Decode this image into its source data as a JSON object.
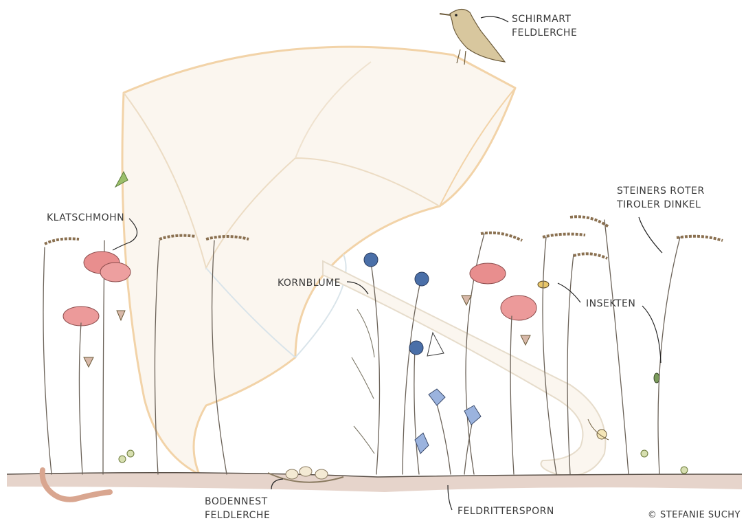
{
  "labels": {
    "skylark_umbrella": [
      "SCHIRMART",
      "FELDLERCHE"
    ],
    "poppy": [
      "KLATSCHMOHN"
    ],
    "cornflower": [
      "KORNBLUME"
    ],
    "insects": [
      "INSEKTEN"
    ],
    "spelt": [
      "STEINERS ROTER",
      "TIROLER DINKEL"
    ],
    "ground_nest": [
      "BODENNEST",
      "FELDLERCHE"
    ],
    "larkspur": [
      "FELDRITTERSPORN"
    ]
  },
  "credit": "© STEFANIE SUCHY",
  "colors": {
    "umbrella_outline": "#f2d3a8",
    "umbrella_shade": "#d9e4ea",
    "poppy": "#e88e8e",
    "cornflower": "#4a6fa8",
    "ground": "#c9a99a",
    "stem": "#6b6258",
    "bird": "#a8946a"
  }
}
